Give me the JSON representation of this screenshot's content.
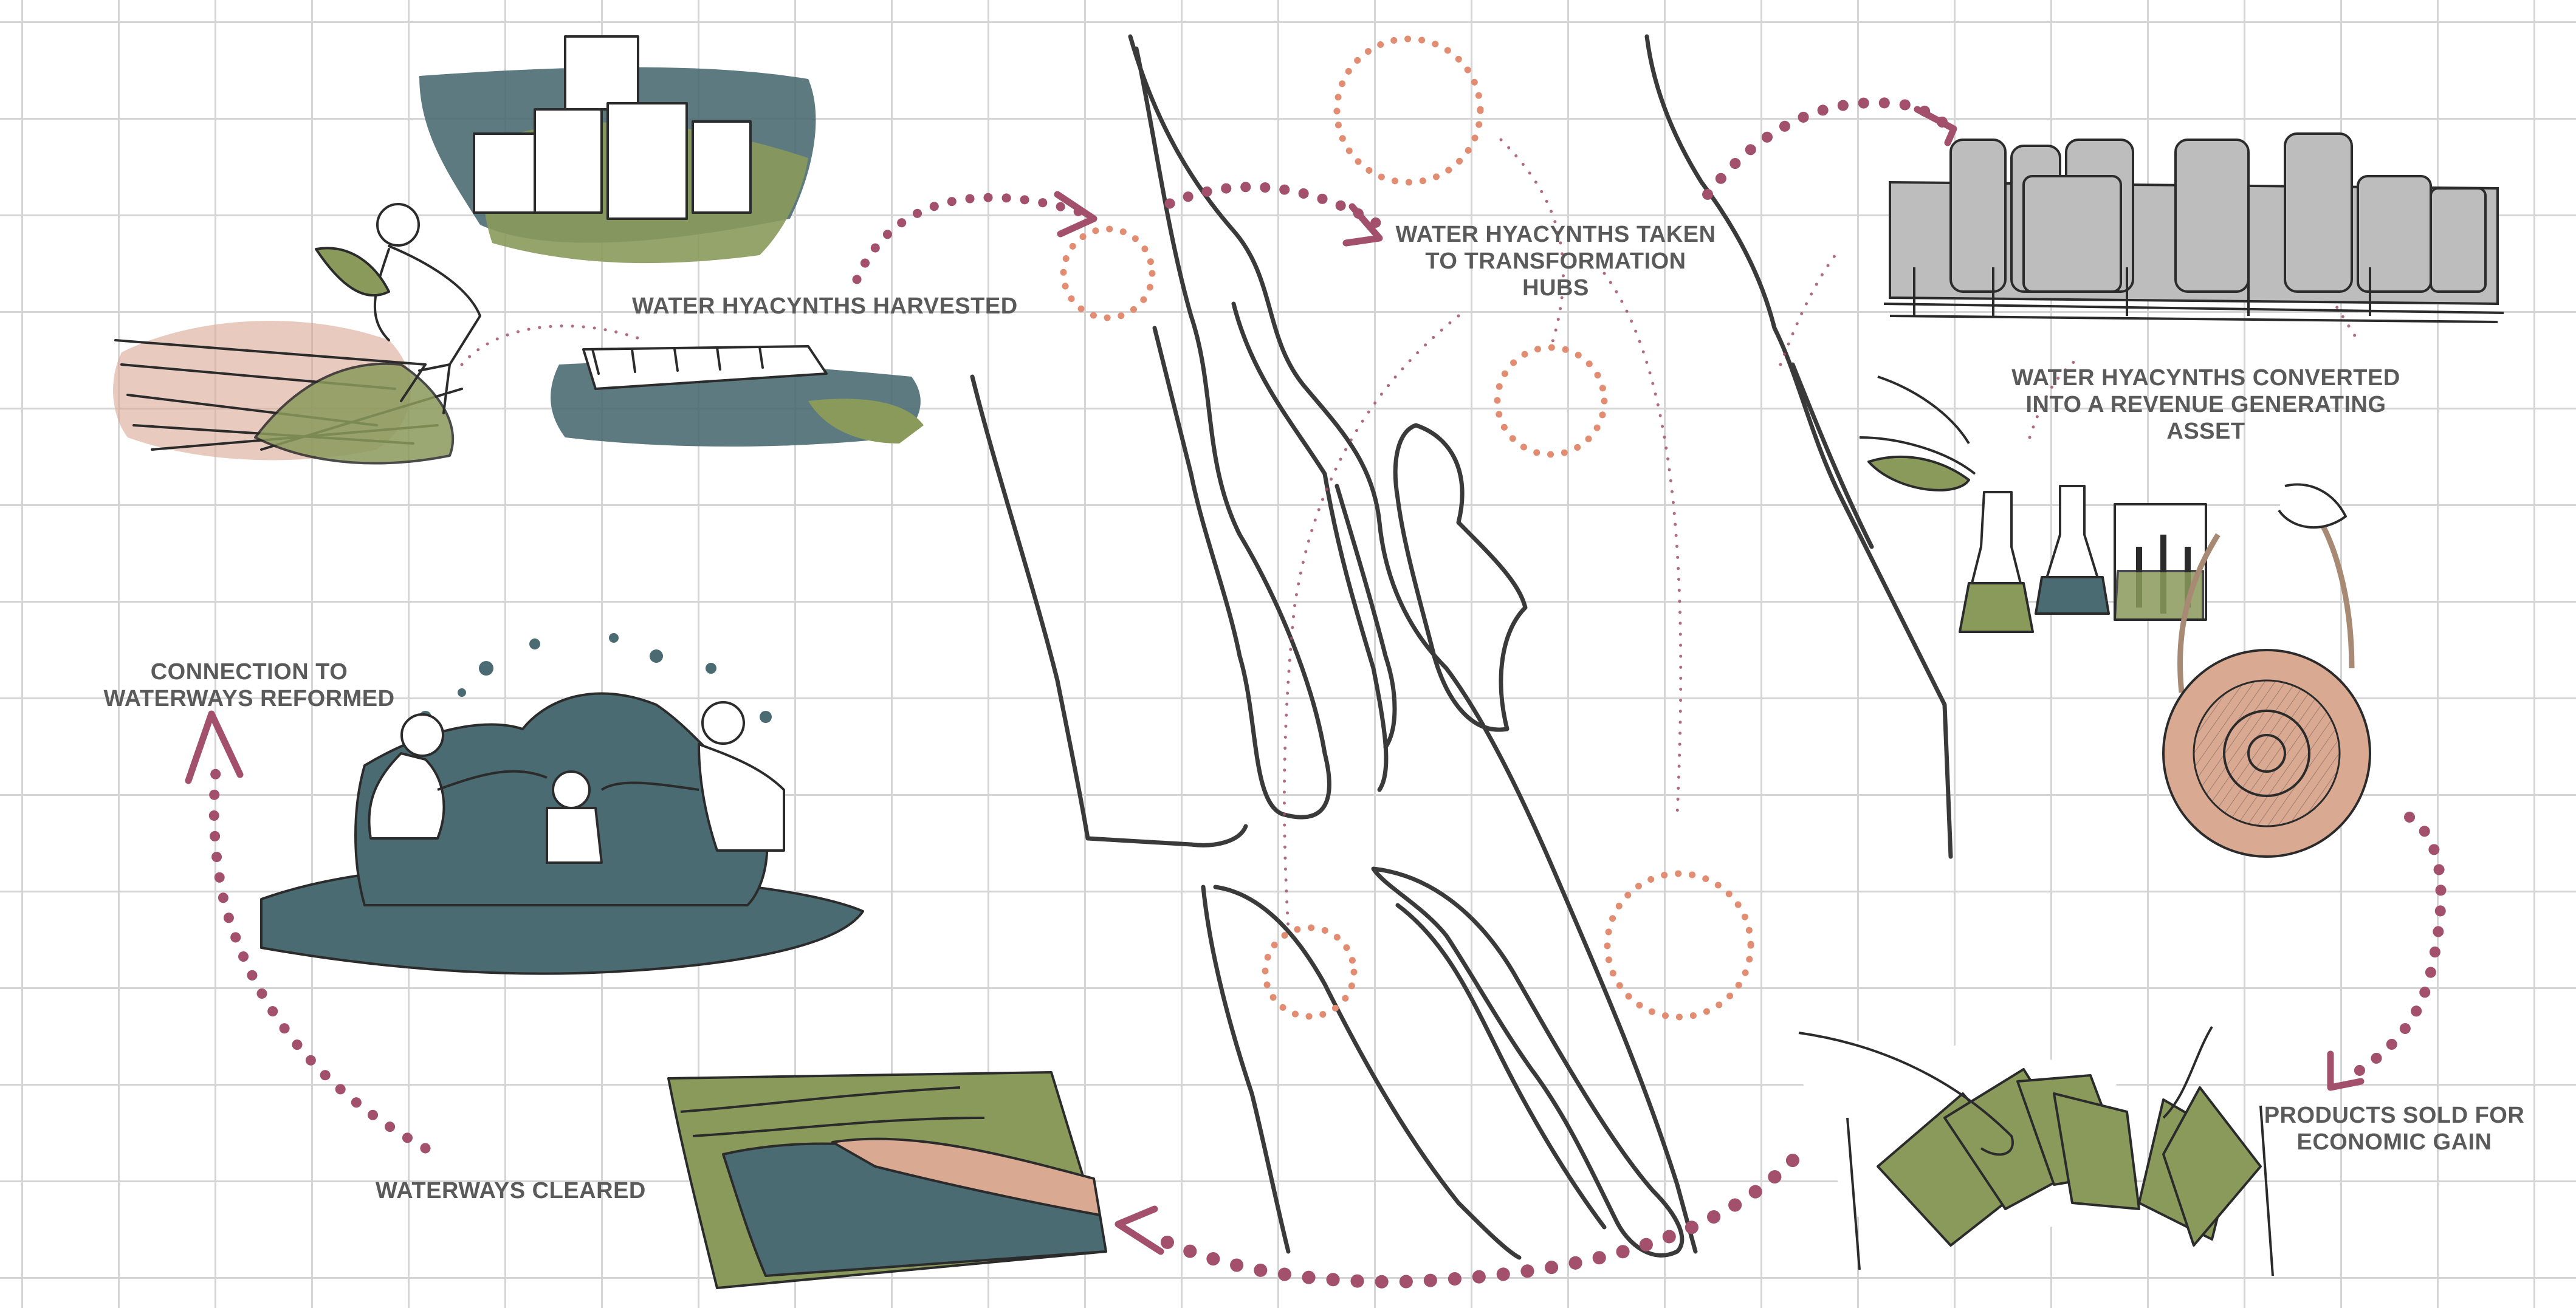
{
  "colors": {
    "label_text": "#5a5a5a",
    "grid": "#d5d5d5",
    "arrow_plum": "#a2506b",
    "hub_salmon": "#e28d72",
    "ink": "#2b2b2b",
    "moss": "#8a9a5b",
    "water_teal": "#4b6b72",
    "sand": "#d9a992",
    "factory_grey": "#bdbdbd"
  },
  "labels": {
    "harvested": "WATER HYACYNTHS HARVESTED",
    "transformation": "WATER HYACYNTHS TAKEN\nTO TRANSFORMATION\nHUBS",
    "converted": "WATER HYACYNTHS CONVERTED\nINTO A  REVENUE GENERATING\nASSET",
    "sold": "PRODUCTS SOLD FOR\nECONOMIC GAIN",
    "cleared": "WATERWAYS CLEARED",
    "connection": "CONNECTION TO\nWATERWAYS REFORMED"
  }
}
